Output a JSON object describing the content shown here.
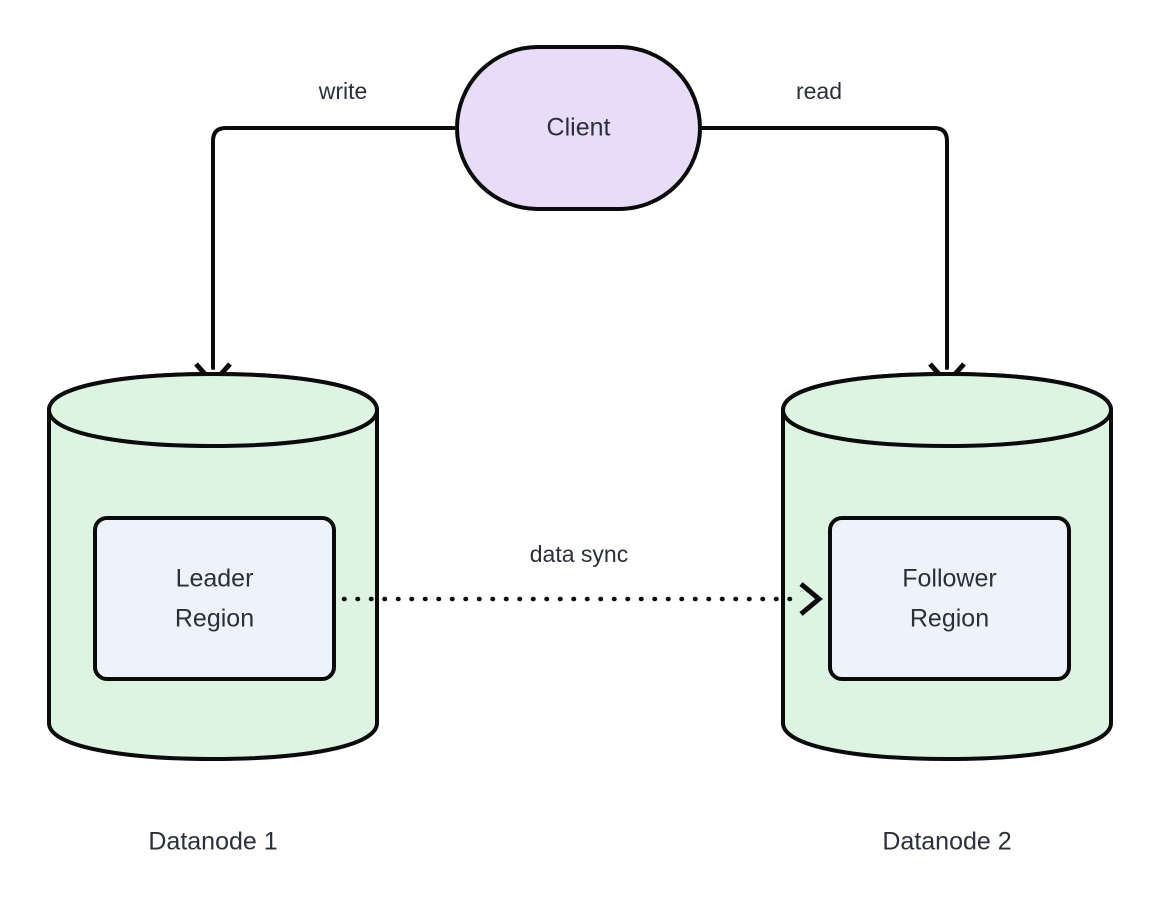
{
  "diagram": {
    "type": "architecture-replication-diagram",
    "background_color": "#ffffff",
    "stroke_color": "#0b0b0b",
    "text_color": "#2b2f3a",
    "nodes": [
      {
        "id": "client",
        "label": "Client",
        "shape": "stadium",
        "fill": "#e8ddf8"
      },
      {
        "id": "datanode1",
        "label": "Datanode 1",
        "shape": "cylinder",
        "fill": "#ddf4e3"
      },
      {
        "id": "datanode2",
        "label": "Datanode 2",
        "shape": "cylinder",
        "fill": "#ddf4e3"
      },
      {
        "id": "leader-region",
        "label_line1": "Leader",
        "label_line2": "Region",
        "shape": "rounded-rect",
        "fill": "#edf2fc"
      },
      {
        "id": "follower-region",
        "label_line1": "Follower",
        "label_line2": "Region",
        "shape": "rounded-rect",
        "fill": "#edf2fc"
      }
    ],
    "edges": [
      {
        "id": "write-edge",
        "label": "write",
        "from": "client",
        "to": "datanode1",
        "style": "solid",
        "arrow": "end"
      },
      {
        "id": "read-edge",
        "label": "read",
        "from": "client",
        "to": "datanode2",
        "style": "solid",
        "arrow": "end"
      },
      {
        "id": "data-sync-edge",
        "label": "data sync",
        "from": "leader-region",
        "to": "follower-region",
        "style": "dotted",
        "arrow": "end"
      }
    ]
  }
}
